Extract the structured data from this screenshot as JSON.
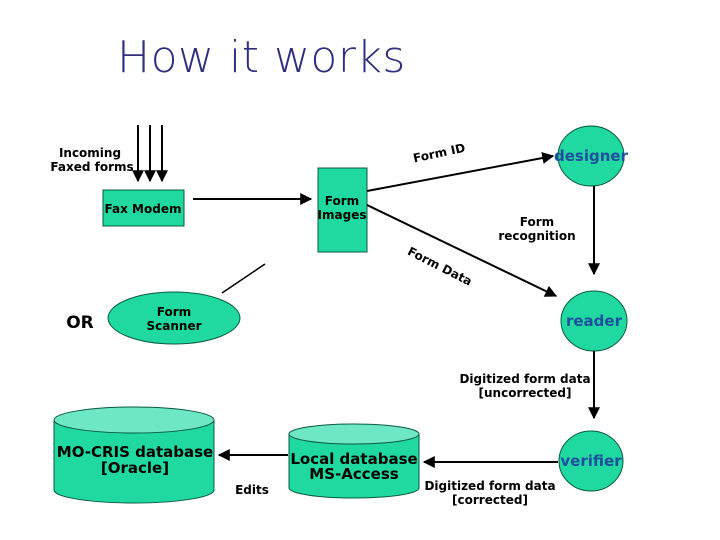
{
  "title": "How it works",
  "colors": {
    "title": "#2e2f7e",
    "node_fill": "#1fd9a0",
    "node_fill_light": "#6ee8c4",
    "node_text_blue": "#1f4ea0",
    "line": "#000000"
  },
  "nodes": {
    "incoming": {
      "line1": "Incoming",
      "line2": "Faxed forms"
    },
    "fax_modem": "Fax Modem",
    "form_images": {
      "line1": "Form",
      "line2": "Images"
    },
    "designer": "designer",
    "reader": "reader",
    "verifier": "verifier",
    "form_scanner": {
      "line1": "Form",
      "line2": "Scanner"
    },
    "or_label": "OR",
    "mocris_db": {
      "line1": "MO-CRIS database",
      "line2": "[Oracle]"
    },
    "local_db": {
      "line1": "Local database",
      "line2": "MS-Access"
    }
  },
  "edges": {
    "form_id": "Form ID",
    "form_data": "Form Data",
    "form_recognition": {
      "line1": "Form",
      "line2": "recognition"
    },
    "digitized_uncorrected": {
      "line1": "Digitized form data",
      "line2": "[uncorrected]"
    },
    "digitized_corrected": {
      "line1": "Digitized form data",
      "line2": "[corrected]"
    },
    "edits": "Edits"
  }
}
